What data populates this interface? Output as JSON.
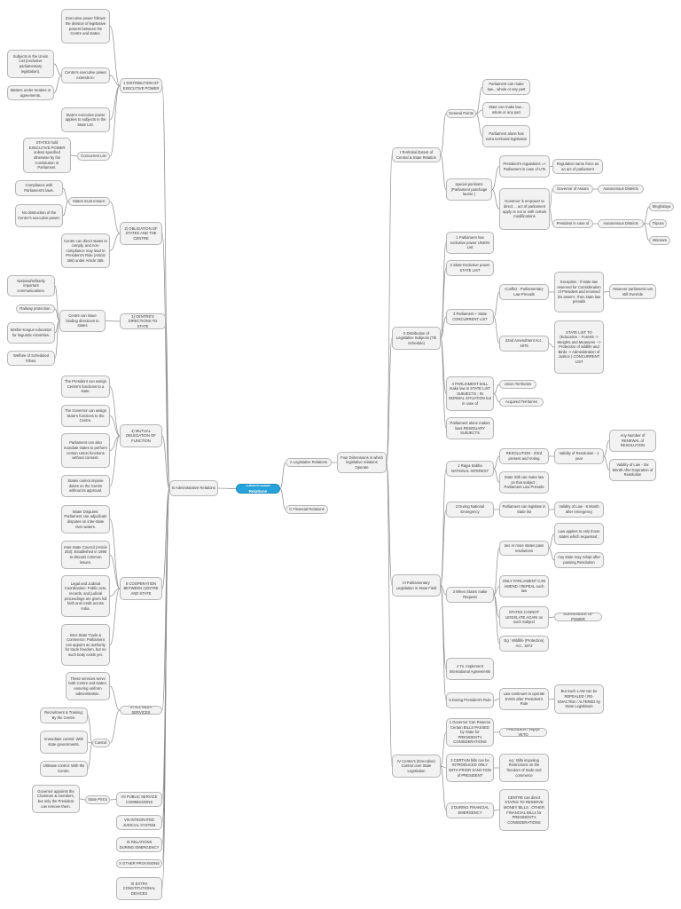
{
  "root": {
    "label": "Centre-State Relations"
  },
  "branches": {
    "admin": {
      "label": "B Administrative Relations",
      "distribution": {
        "label": "1 DISTRIBUTION OF EXECUTIVE POWER",
        "executive_follows": "Executive power follows the division of legislative powers between the Centre and states.",
        "centre_extends": "Centre's executive power extends to:",
        "union_list": "Subjects in the Union List (exclusive parliamentary legislation).",
        "treaties": "Matters under treaties or agreements.",
        "state_applies": "State's executive power applies to subjects in the State List.",
        "concurrent": "Concurrent List",
        "concurrent_note": "STATES hold EXECUTIVE POWER unless specified otherwise by the Constitution or Parliament."
      },
      "obligation": {
        "label": "2) OBLIGATION OF STATES AND THE CENTRE",
        "states_must": "States must ensure:",
        "compliance": "Compliance with Parliament's laws.",
        "no_obstruction": "No obstruction of the Centre's executive power.",
        "centre_direct": "Centre can direct states to comply, and non-compliance may lead to President's Rule (Article 356) under Article 365."
      },
      "directions": {
        "label": "3) CENTRE'S DIRECTIONS TO STATE",
        "binding": "Centre can issue binding directions to states",
        "national": "National/militarily important communications.",
        "railway": "Railway protection.",
        "mother_tongue": "Mother-tongue education for linguistic minorities.",
        "welfare": "Welfare of Scheduled Tribes."
      },
      "mutual": {
        "label": "4) MUTUAL DELEGATION OF FUNCTION",
        "president_assign": "The President can assign Centre's functions to a state.",
        "governor_assign": "The Governor can assign State's functions to the Centre.",
        "parliament_mandate": "Parliament can also mandate states to perform certain Union functions without consent.",
        "states_cannot": "States cannot impose duties on the Centre without its approval."
      },
      "cooperation": {
        "label": "5 COOPERATION BETWEEN CENTRE AND STATE",
        "water": "Water Disputes: Parliament can adjudicate disputes on inter-state river waters.",
        "isc": "Inter-State Council (Article 263): Established in 1990 to discuss common issues.",
        "legal": "Legal and Judicial Coordination: Public acts, records, and judicial proceedings are given full faith and credit across India.",
        "trade": "Inter-State Trade & Commerce: Parliament can appoint an authority for trade freedom, but no such body exists yet."
      },
      "all_india": {
        "label": "VI ALL INDIA SERVICES",
        "serve_both": "These services serve both Centre and states, ensuring uniform administration.",
        "control": "Control:",
        "recruitment": "Recruitment & Training: By the Centre.",
        "immediate": "Immediate control: With state governments.",
        "ultimate": "Ultimate control: With the Centre."
      },
      "psc": {
        "label": "VII PUBLIC SERVICE COMMISSIONS",
        "state_pscs": "State PSCs",
        "governor_appoints": "Governor appoints the Chairman & members, but only the President can remove them."
      },
      "judicial": "VIII INTEGRATED JUDICIAL SYSTEM",
      "emergency": "IX RELATIONS DURING EMERGENCY",
      "other": "X OTHER PROVISIONS",
      "extra": "XI EXTRA CONSTITUTIONAL DEVICES"
    },
    "legislative": {
      "label": "A Legislative Relations",
      "four_dim": "Four Dimensions in which legislative relations Operate",
      "territorial": {
        "label": "I Territorial Extent of Central & State Relation",
        "general": "General Points",
        "parliament_whole": "Parliament can make law... whole or any part",
        "state_whole": "State can make law... whole or any part",
        "extra_territorial": "Parliament alone has extra territorial legislation",
        "special": "special porisions (Parliament paschage laurse )",
        "regulations": "President's regulations => Parliament in case of UTs",
        "reg_force": "Regulation same force as an act of parliament",
        "governor_direct": "Governor is empower to direct.... act of parliament apply or not or with certain modifications",
        "gov_assam": "Governor of Assam",
        "ad_1": "Autonomous Districts",
        "pres_case": "President in case of",
        "ad_2": "Autonomous Districts",
        "meghalaya": "Meghalaya",
        "tripura": "Tripura",
        "mizoram": "Mizoram"
      },
      "distribution": {
        "label": "II Distribution of Legislative Subjects (7th Schedule)",
        "union": "1 Parliament has exclusive power UNION List",
        "state": "2 State Exclusive power STATE LIST",
        "concurrent": "3 Parliament + State CONCURRENT LIST",
        "conflict": "Conflict : Parliamentary Law Prevails",
        "exception": "Exception : If state law reserved for Consideration of President and received his assent ; then state law prevails",
        "however": "However parliament can still Override",
        "amendment": "42nd Amendment Act , 1976",
        "state_to_concurrent": "STATE LIST TO (Education :: Forests -> Weights and Measures --> Protection of wildlife and Birds -> Administration of Justice ) CONCURRENT LIST",
        "parliament_will": "4 PARLIAMENT WILL make law in STATE LIST SUBJECTS ; IN NORMAL SITUATION but in case of",
        "union_territories": "Union Territories",
        "acquired": "Acquired Territories",
        "residuary": "Parliament alone makes laws RESIDUARY SUBJECTS"
      },
      "parliamentary": {
        "label": "III Parliamentary Legislation in State Field",
        "rajya": "1 Rajya Sabha NATIONAL INTEREST",
        "resolution": "RESOLUTION - 2/3rd present and Voting",
        "validity_res": "Validity of Resolution - 1 year",
        "any_number": "Any Number of RENEWAL of RESOLUTION",
        "validity_law": "Validity of Law - Six Month After Expiration of Resolution",
        "state_still": "State Still can make law on that subject ; Parliament Law Prevails",
        "national_emergency": "2 During National Emergency",
        "parliament_can": "Parliament can legislate in State list",
        "validity_six": "Validity of Law - 6 Month after emergency",
        "states_request": "3 When States make Request",
        "two_or_more": "two or more states pass resolutions",
        "law_applies": "Law applies to only those states which requested ;",
        "any_state": "Any state may Adopt after passing Resolution",
        "only_parliament": "ONLY PARLIAMENT CAN AMEND / REPEAL such law",
        "states_cannot": "STATES CANNOT LEGISLATE AGAIN on such Subject",
        "surrender": "SURRENDER OF POWER",
        "wildlife": "Eg : Wildlife (Protection) Act , 1972",
        "treaties": "4 To. Implement International Agreements",
        "presidents_rule": "5 During President's Rule",
        "law_continues": "Law continues to operate EVEN after President's Rule",
        "such_law": "But Such LAW can be REPEALED / RE-ENACTED / ALTERED by State Legislature"
      },
      "control": {
        "label": "IV Centre's (Executive) Control over State Legislation",
        "governor_reserve": "1 Governor Can Reserve Certain BILLS PASSED by State for PRESIDENT's CONSIDERATIONS",
        "president_veto": "PRESIDENT enjoys VETO",
        "certain_bills": "2 CERTAIN bills can be INTRODUCED ONLY WITH PRIOR SANCTION of PRESIDENT",
        "bills_imposing": "eg : Bills imposing Restrictions on the freedom of trade and commerce",
        "financial": "3 DURING FINANCIAL EMERGENCY",
        "centre_direct": "CENTRE can direct STATES TO RESERVE MONEY BILLS ; OTHER FINANCIAL BILLs for PRESIDENT's CONSIDERATIONS"
      }
    },
    "financial": {
      "label": "C Financial Relations"
    }
  }
}
